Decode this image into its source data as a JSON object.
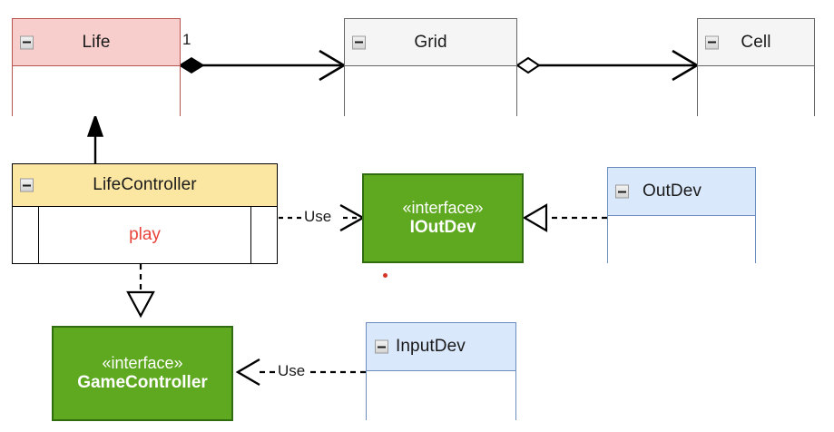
{
  "diagram": {
    "title": "UML class diagram",
    "type": "uml-class-diagram",
    "colors": {
      "pink_fill": "#f8cecc",
      "pink_border": "#b85450",
      "grey_fill": "#f5f5f5",
      "grey_border": "#666666",
      "amber_fill": "#fbe6a2",
      "amber_border": "#000000",
      "blue_fill": "#dae8fc",
      "blue_border": "#6c8ebf",
      "green_fill": "#5ea91f",
      "green_border": "#2f6d0e",
      "method_text": "#e8443a",
      "line": "#000000"
    }
  },
  "classes": {
    "life": {
      "name": "Life",
      "collapse_icon": "minus-icon"
    },
    "grid": {
      "name": "Grid",
      "collapse_icon": "minus-icon"
    },
    "cell": {
      "name": "Cell",
      "collapse_icon": "minus-icon"
    },
    "life_controller": {
      "name": "LifeController",
      "collapse_icon": "minus-icon",
      "method": "play"
    },
    "out_dev": {
      "name": "OutDev",
      "collapse_icon": "minus-icon"
    },
    "input_dev": {
      "name": "InputDev",
      "collapse_icon": "minus-icon"
    }
  },
  "interfaces": {
    "iout_dev": {
      "stereotype": "«interface»",
      "name": "IOutDev"
    },
    "game_controller": {
      "stereotype": "«interface»",
      "name": "GameController"
    }
  },
  "edges": {
    "life_to_grid": {
      "label": "",
      "multiplicity": "1",
      "source_decoration": "filled-diamond",
      "target_decoration": "open-arrow"
    },
    "grid_to_cell": {
      "label": "",
      "source_decoration": "hollow-diamond",
      "target_decoration": "open-arrow"
    },
    "life_controller_to_life": {
      "label": "",
      "target_decoration": "filled-arrow"
    },
    "life_controller_to_iout_dev": {
      "label": "Use",
      "style": "dashed",
      "target_decoration": "open-arrow"
    },
    "out_dev_to_iout_dev": {
      "label": "",
      "style": "dashed",
      "target_decoration": "hollow-triangle"
    },
    "life_controller_to_game_controller": {
      "label": "",
      "style": "dashed",
      "target_decoration": "hollow-triangle"
    },
    "input_dev_to_game_controller": {
      "label": "Use",
      "style": "dashed",
      "target_decoration": "open-arrow"
    }
  }
}
